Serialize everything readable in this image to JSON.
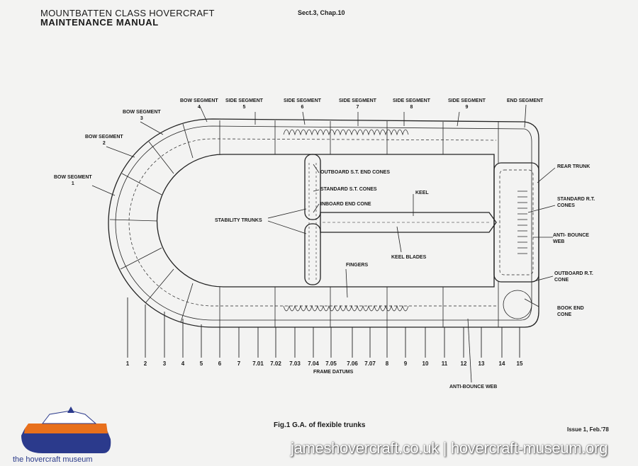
{
  "header": {
    "line1": "MOUNTBATTEN CLASS HOVERCRAFT",
    "line2": "MAINTENANCE MANUAL",
    "section": "Sect.3, Chap.10"
  },
  "labels": {
    "bow1": "BOW SEGMENT\n1",
    "bow2": "BOW SEGMENT\n2",
    "bow3": "BOW SEGMENT\n3",
    "bow4": "BOW SEGMENT\n4",
    "side5": "SIDE SEGMENT\n5",
    "side6": "SIDE SEGMENT\n6",
    "side7": "SIDE SEGMENT\n7",
    "side8": "SIDE SEGMENT\n8",
    "side9": "SIDE SEGMENT\n9",
    "end": "END SEGMENT",
    "rear_trunk": "REAR TRUNK",
    "standard_rt_cones": "STANDARD R.T.\nCONES",
    "anti_bounce_web_right": "ANTI- BOUNCE\nWEB",
    "outboard_rt_cone": "OUTBOARD R.T.\nCONE",
    "book_end_cone": "BOOK END\nCONE",
    "outboard_st_end_cones": "OUTBOARD S.T. END CONES",
    "standard_st_cones": "STANDARD S.T. CONES",
    "inboard_end_cone": "INBOARD END CONE",
    "keel": "KEEL",
    "stability_trunks": "STABILITY TRUNKS",
    "keel_blades": "KEEL BLADES",
    "fingers": "FINGERS",
    "anti_bounce_web_bottom": "ANTI-BOUNCE WEB",
    "frame_datums": "FRAME DATUMS"
  },
  "frame_datums": [
    "1",
    "2",
    "3",
    "4",
    "5",
    "6",
    "7",
    "7.01",
    "7.02",
    "7.03",
    "7.04",
    "7.05",
    "7.06",
    "7.07",
    "8",
    "9",
    "10",
    "11",
    "12",
    "13",
    "14",
    "15"
  ],
  "caption": "Fig.1  G.A. of flexible trunks",
  "issue": "Issue 1, Feb.'78",
  "watermark": "jameshovercraft.co.uk | hovercraft-museum.org",
  "logo_text": "the hovercraft museum",
  "colors": {
    "logo_orange": "#e8701c",
    "logo_blue": "#2b3a8c"
  }
}
